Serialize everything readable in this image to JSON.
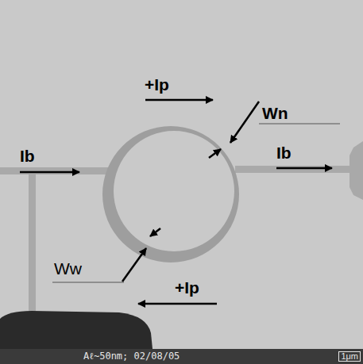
{
  "diagram": {
    "labels": [
      "+Ip",
      "Wn",
      "Ib",
      "Ib",
      "Ww",
      "+Ip",
      "Aℓ~50nm; 02/08/05",
      "1μm"
    ]
  }
}
